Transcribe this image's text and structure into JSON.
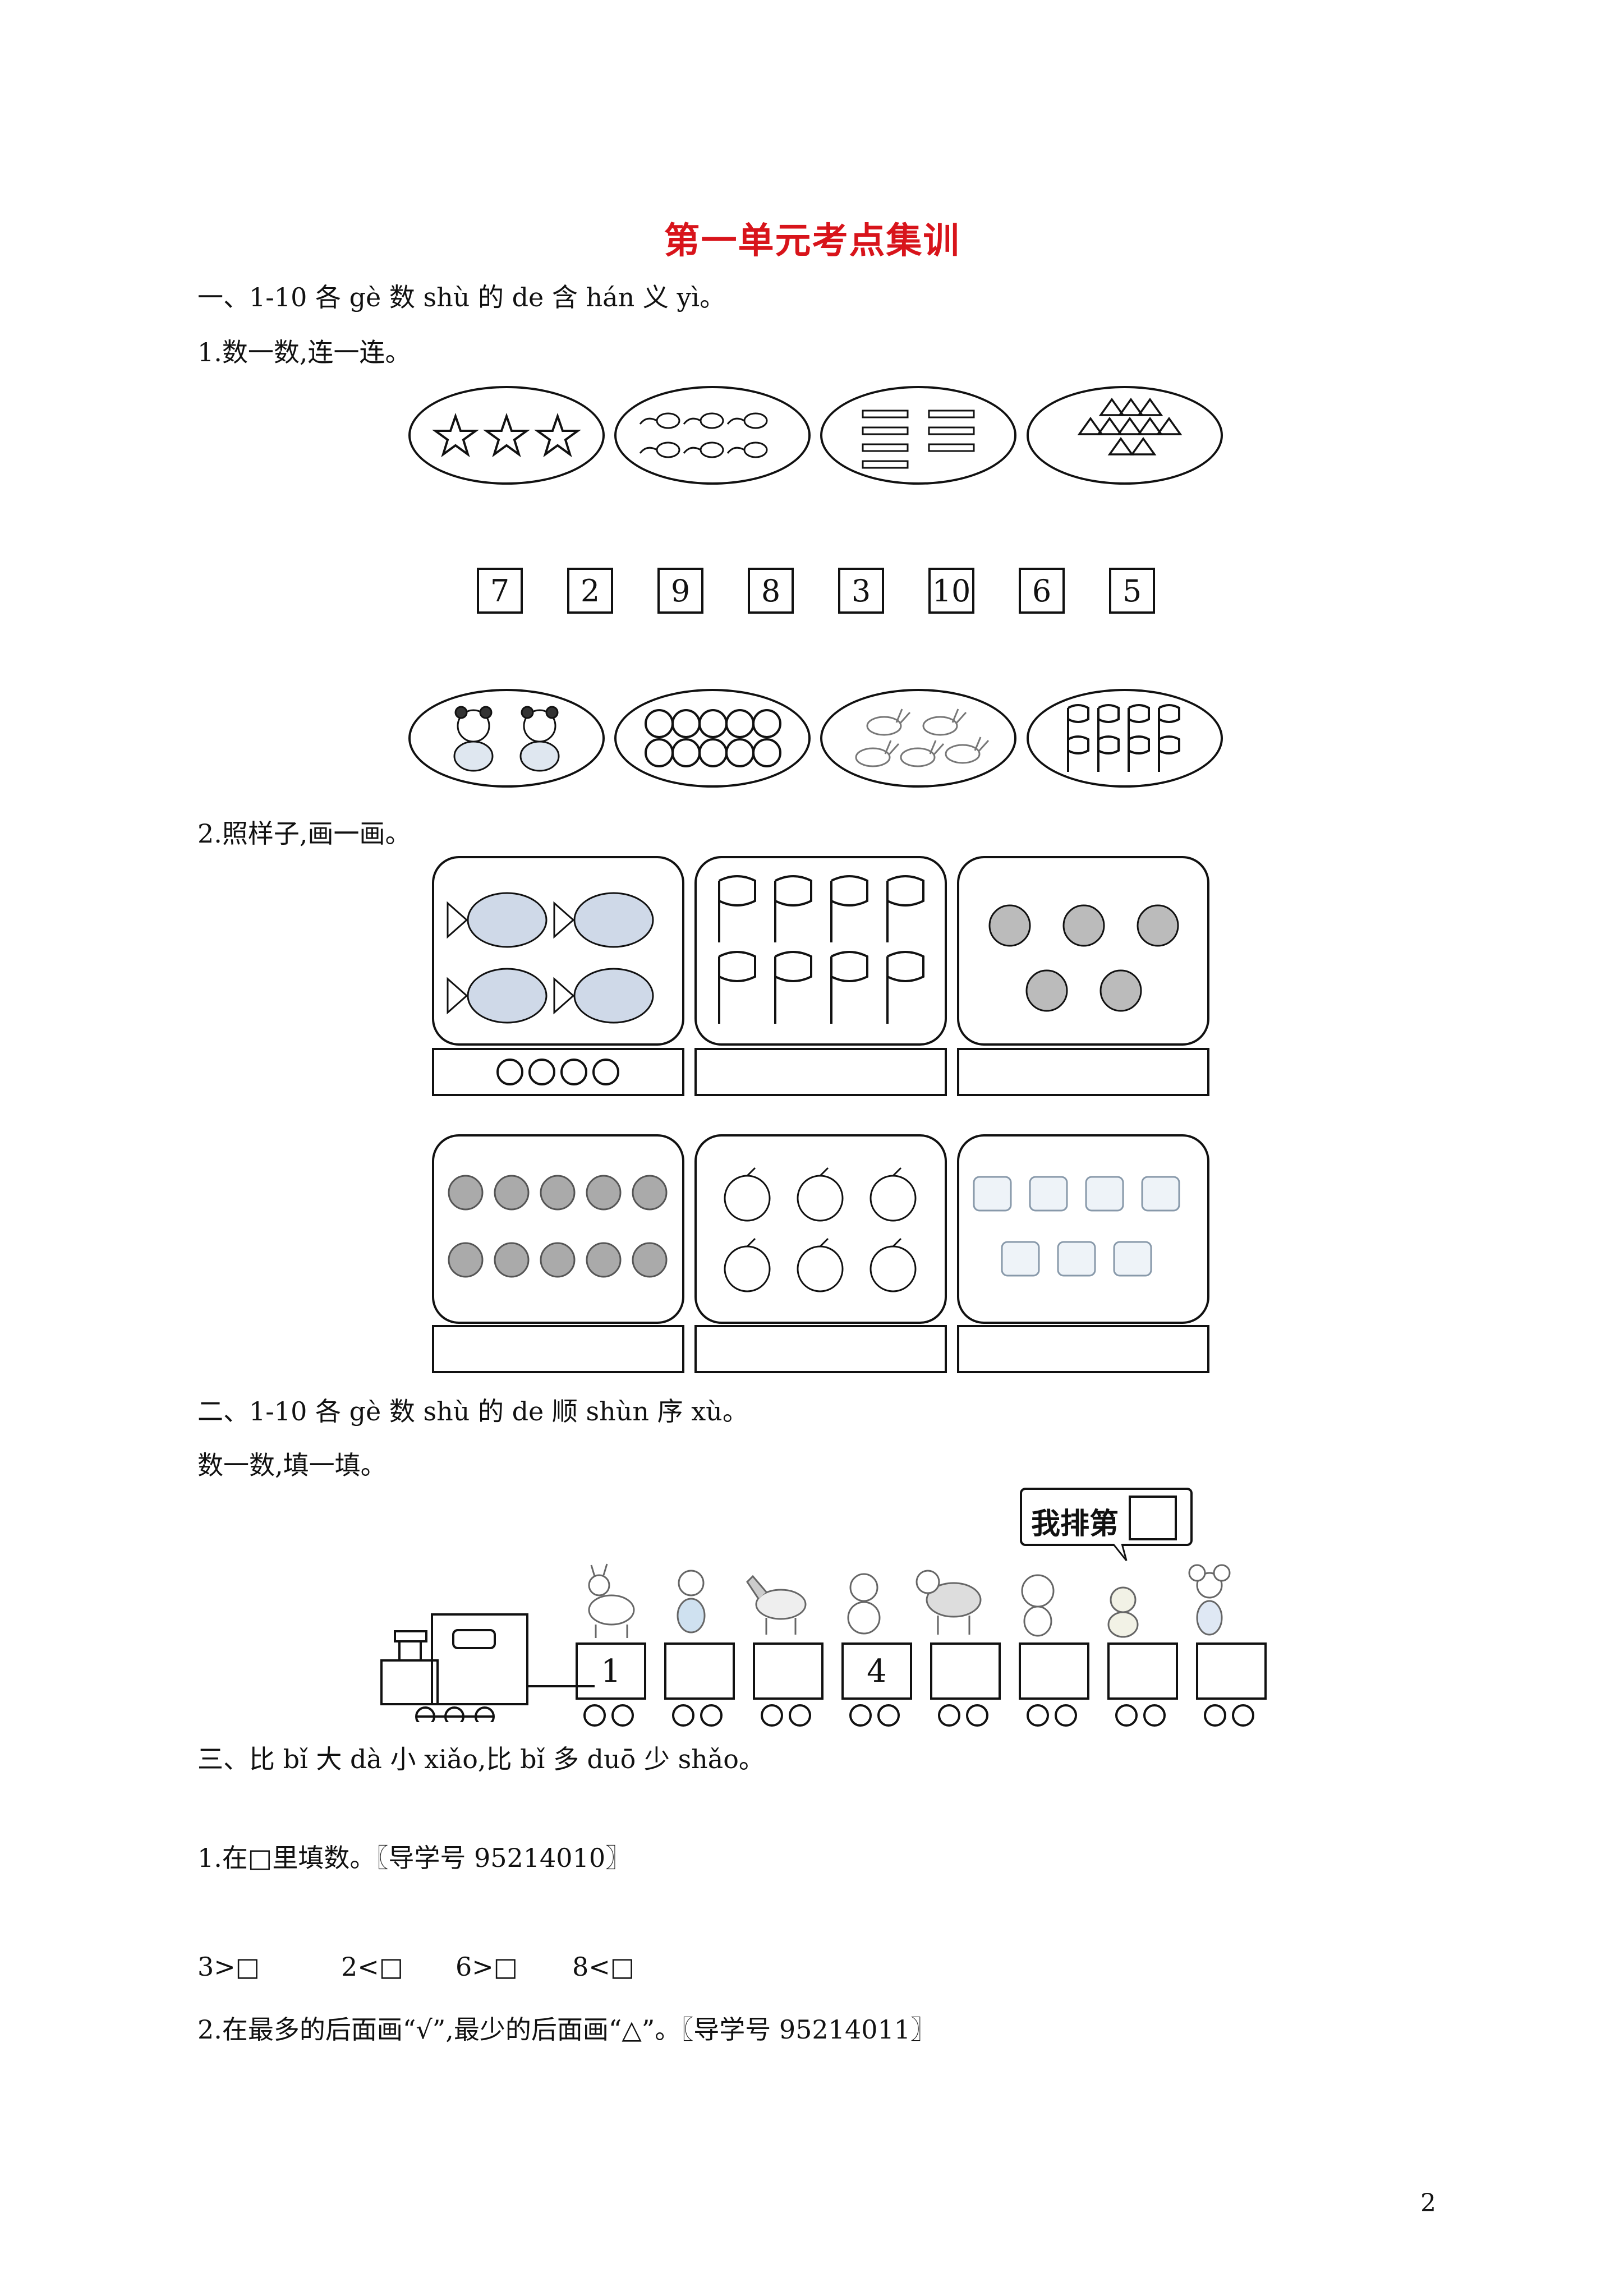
{
  "title": "第一单元考点集训",
  "section1": {
    "heading": "一、1-10 各 gè 数 shù 的 de 含 hán 义 yì。",
    "q1": "1.数一数,连一连。",
    "top_ovals": [
      "star-group-icon",
      "tadpole-group-icon",
      "pencil-group-icon",
      "triangle-group-icon"
    ],
    "numbers": [
      "7",
      "2",
      "9",
      "8",
      "3",
      "10",
      "6",
      "5"
    ],
    "bottom_ovals": [
      "panda-group-icon",
      "circle-group-icon",
      "rabbit-group-icon",
      "flag-group-icon"
    ],
    "q2": "2.照样子,画一画。",
    "panels_row1": [
      "fish-group-icon",
      "flag-group-icon",
      "ball-group-icon"
    ],
    "panels_row2": [
      "flower-group-icon",
      "apple-group-icon",
      "cup-group-icon"
    ]
  },
  "section2": {
    "heading": "二、1-10 各 gè 数 shù 的 de 顺 shùn 序 xù。",
    "instruction": "数一数,填一填。",
    "speech": "我排第",
    "train_numbers": [
      "1",
      "",
      "",
      "4",
      "",
      "",
      "",
      ""
    ],
    "animals": [
      "goat-icon",
      "monkey-icon",
      "horse-icon",
      "pig-icon",
      "cow-icon",
      "dog-icon",
      "chick-icon",
      "mouse-icon"
    ]
  },
  "section3": {
    "heading": "三、比 bǐ 大 dà 小 xiǎo,比 bǐ 多 duō 少 shǎo。",
    "q1": "1.在□里填数。〖导学号 95214010〗",
    "q1_items": [
      "3>□",
      "2<□",
      "6>□",
      "8<□"
    ],
    "q2": "2.在最多的后面画“√”,最少的后面画“△”。〖导学号 95214011〗"
  },
  "page_number": "2"
}
